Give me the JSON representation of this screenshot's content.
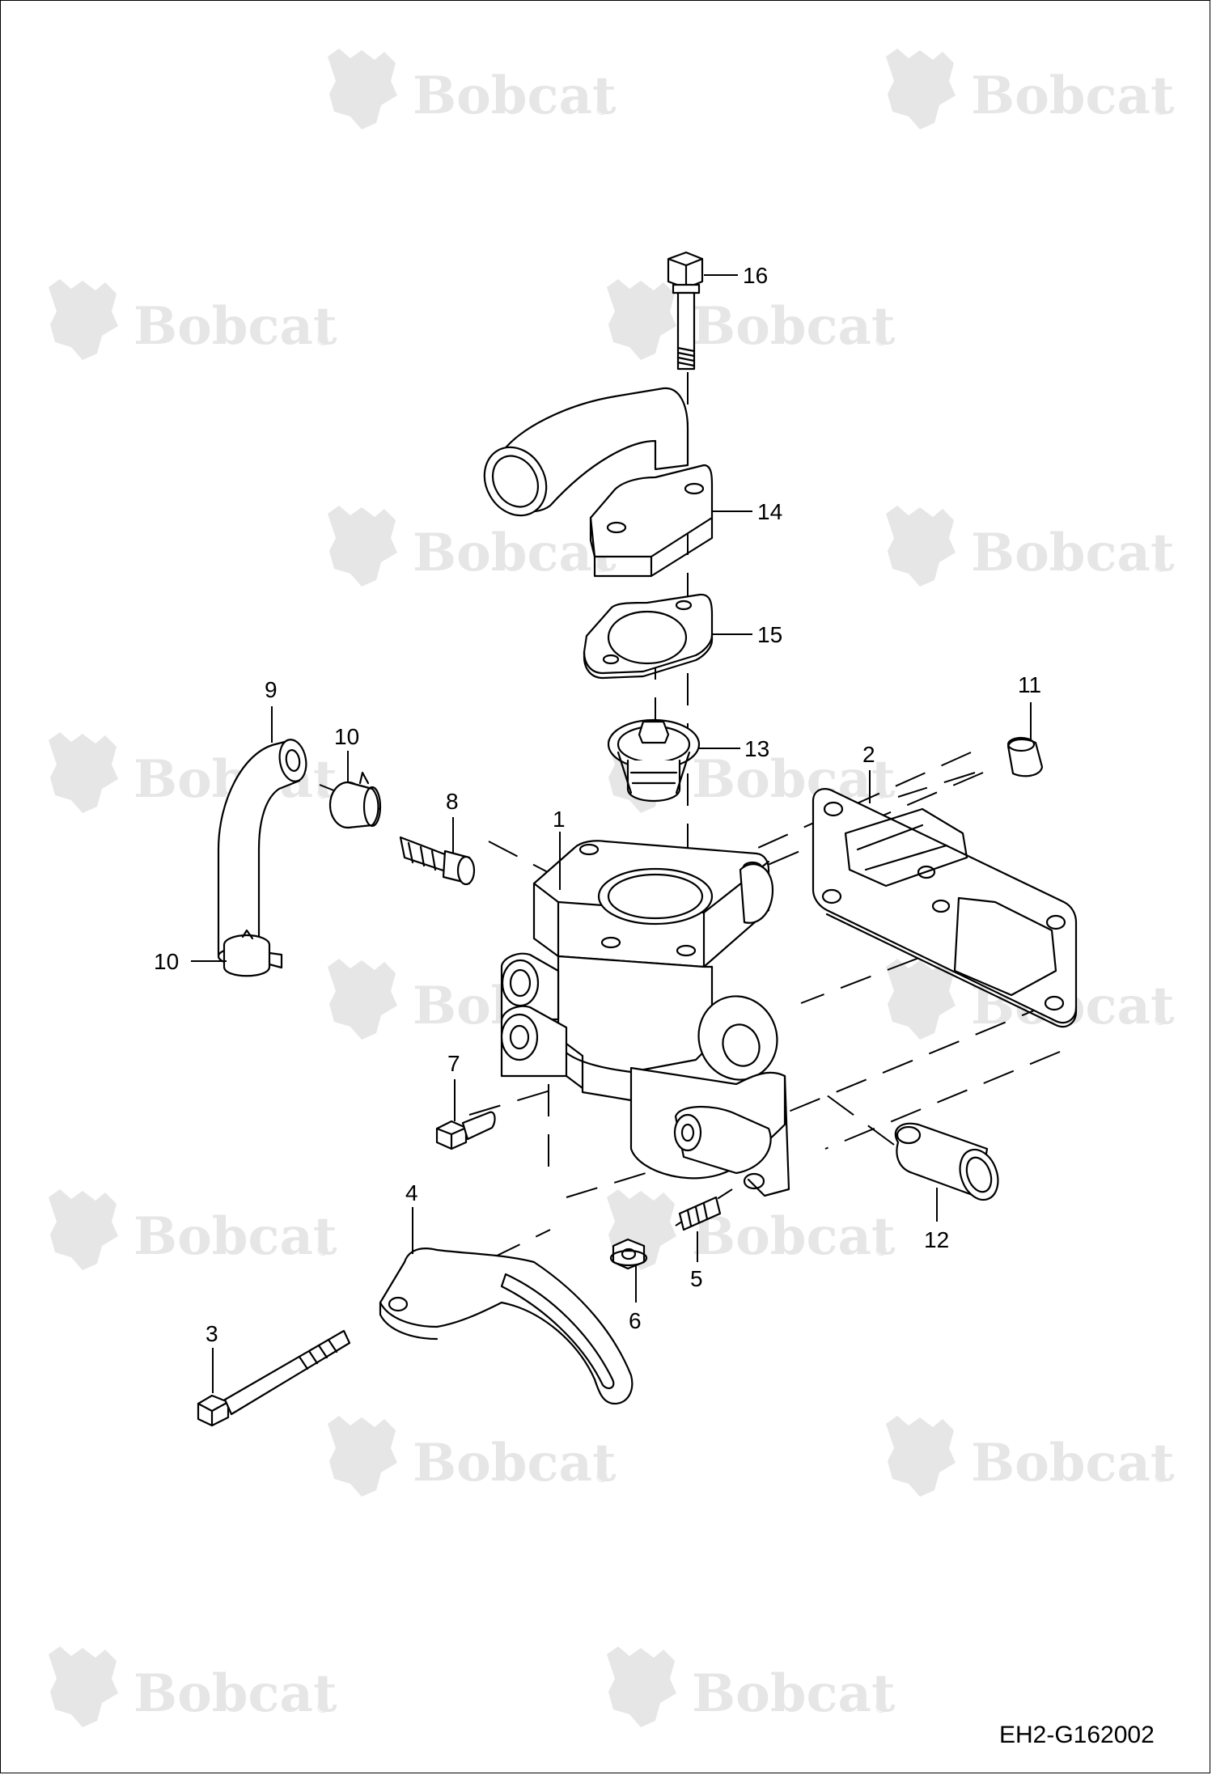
{
  "watermark": {
    "text": "Bobcat",
    "registered": "®"
  },
  "drawing_code": "EH2-G162002",
  "callouts": [
    {
      "id": "c16",
      "label": "16"
    },
    {
      "id": "c14",
      "label": "14"
    },
    {
      "id": "c15",
      "label": "15"
    },
    {
      "id": "c13",
      "label": "13"
    },
    {
      "id": "c11",
      "label": "11"
    },
    {
      "id": "c2",
      "label": "2"
    },
    {
      "id": "c9",
      "label": "9"
    },
    {
      "id": "c10a",
      "label": "10"
    },
    {
      "id": "c8",
      "label": "8"
    },
    {
      "id": "c1",
      "label": "1"
    },
    {
      "id": "c10b",
      "label": "10"
    },
    {
      "id": "c7",
      "label": "7"
    },
    {
      "id": "c4",
      "label": "4"
    },
    {
      "id": "c12",
      "label": "12"
    },
    {
      "id": "c5",
      "label": "5"
    },
    {
      "id": "c6",
      "label": "6"
    },
    {
      "id": "c3",
      "label": "3"
    }
  ]
}
